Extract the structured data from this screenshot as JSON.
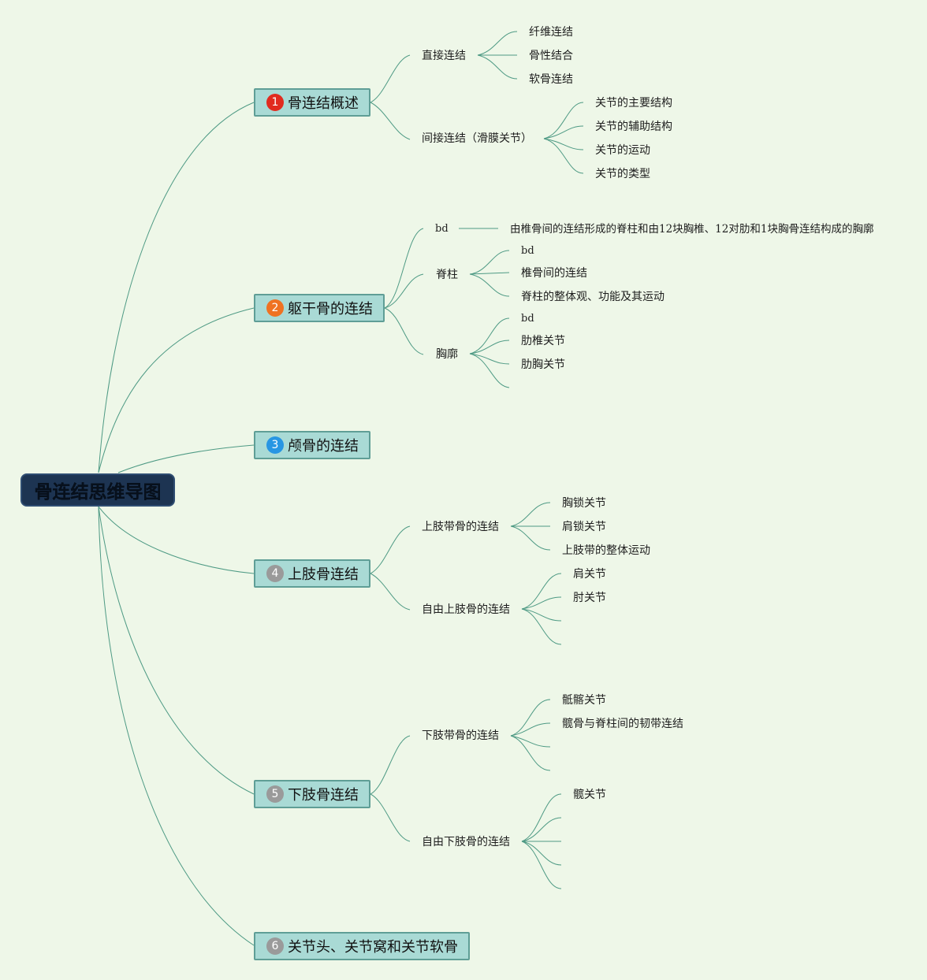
{
  "root": "骨连结思维导图",
  "topics": [
    {
      "num": "1",
      "label": "骨连结概述"
    },
    {
      "num": "2",
      "label": "躯干骨的连结"
    },
    {
      "num": "3",
      "label": "颅骨的连结"
    },
    {
      "num": "4",
      "label": "上肢骨连结"
    },
    {
      "num": "5",
      "label": "下肢骨连结"
    },
    {
      "num": "6",
      "label": "关节头、关节窝和关节软骨"
    }
  ],
  "t1": {
    "direct": "直接连结",
    "direct_children": [
      "纤维连结",
      "骨性结合",
      "软骨连结"
    ],
    "indirect": "间接连结（滑膜关节）",
    "indirect_children": [
      "关节的主要结构",
      "关节的辅助结构",
      "关节的运动",
      "关节的类型"
    ]
  },
  "t2": {
    "bd": "bd",
    "bd_text": "由椎骨间的连结形成的脊柱和由12块胸椎、12对肋和1块胸骨连结构成的胸廓",
    "spine": "脊柱",
    "spine_children": [
      "bd",
      "椎骨间的连结",
      "脊柱的整体观、功能及其运动"
    ],
    "thorax": "胸廓",
    "thorax_children": [
      "bd",
      "肋椎关节",
      "肋胸关节"
    ]
  },
  "t4": {
    "girdle": "上肢带骨的连结",
    "girdle_children": [
      "胸锁关节",
      "肩锁关节",
      "上肢带的整体运动"
    ],
    "free": "自由上肢骨的连结",
    "free_children": [
      "肩关节",
      "肘关节"
    ]
  },
  "t5": {
    "girdle": "下肢带骨的连结",
    "girdle_children": [
      "骶髂关节",
      "髋骨与脊柱间的韧带连结"
    ],
    "free": "自由下肢骨的连结",
    "free_children": [
      "髋关节"
    ]
  },
  "colors": {
    "background": "#eef7e8",
    "line": "#4e9a84",
    "topic_fill": "#a9dad5",
    "root_fill": "#1d3452"
  }
}
